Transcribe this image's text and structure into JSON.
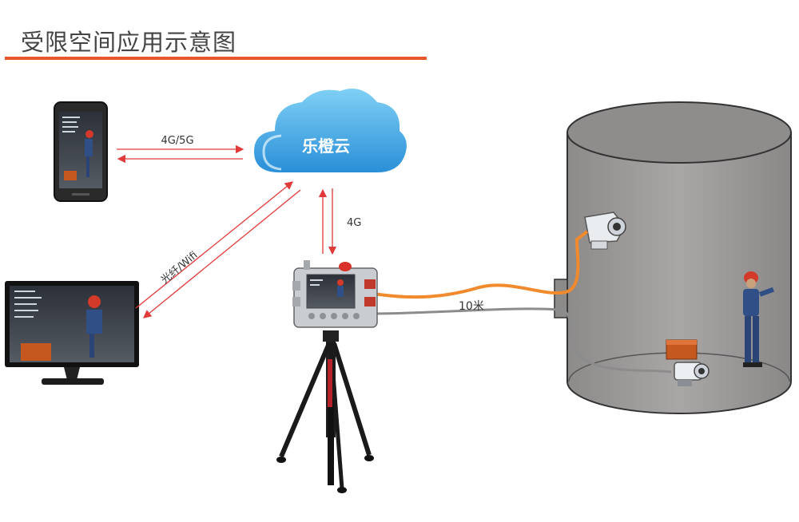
{
  "title": "受限空间应用示意图",
  "cloud": {
    "label": "乐橙云"
  },
  "links": {
    "phone_cloud": "4G/5G",
    "cloud_device": "4G",
    "monitor_cloud": "光纤/Wifi",
    "cable_length": "10米"
  },
  "colors": {
    "accent": "#e8572a",
    "arrow": "#e03a3a",
    "cloud_top": "#6cc6f2",
    "cloud_bottom": "#2a8fd8",
    "tank": "#9a9797",
    "cable_orange": "#f08a2c",
    "cable_grey": "#8c8c8c"
  },
  "icons": [
    "cloud-icon",
    "phone-icon",
    "monitor-icon",
    "gas-detector-icon",
    "tripod-icon",
    "tank-icon",
    "camera-icon",
    "worker-icon",
    "toolbox-icon"
  ]
}
